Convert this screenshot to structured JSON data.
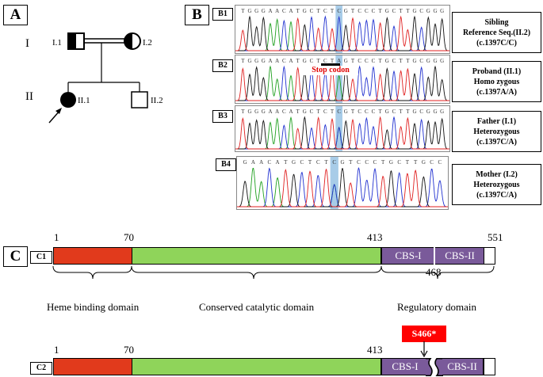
{
  "panels": {
    "a": "A",
    "b": "B",
    "c": "C"
  },
  "pedigree": {
    "generations": [
      "I",
      "II"
    ],
    "individuals": [
      "I.1",
      "I.2",
      "II.1",
      "II.2"
    ]
  },
  "sequencing": {
    "tracks": [
      {
        "label": "B1",
        "sequence": "TGGGAACATGCTCTCGTCCCTGCTTGCGGG",
        "info": [
          "Sibling",
          "Reference Seq.(II.2)",
          "(c.1397C/C)"
        ]
      },
      {
        "label": "B2",
        "sequence": "TGGGAACATGCTCTAGTCCCTGCTTGCGGG",
        "info": [
          "Proband  (II.1)",
          "Homo zygous",
          "(c.1397A/A)"
        ],
        "annotation": "Stop codon"
      },
      {
        "label": "B3",
        "sequence": "TGGGAACATGCTCTCGTCCCTGCTTGCGGG",
        "info": [
          "Father  (I.1)",
          "Heterozygous",
          "(c.1397C/A)"
        ]
      },
      {
        "label": "B4",
        "sequence": "GAACATGCTCTCGTCCCTGCTTGCC",
        "info": [
          "Mother  (I.2)",
          "Heterozygous",
          "(c.1397C/A)"
        ]
      }
    ]
  },
  "protein": {
    "rows": [
      {
        "label": "C1",
        "positions": [
          "1",
          "70",
          "413",
          "551"
        ],
        "cbs": [
          "CBS-I",
          "CBS-II"
        ],
        "position_below": "468"
      },
      {
        "label": "C2",
        "positions": [
          "1",
          "70",
          "413"
        ],
        "cbs": [
          "CBS-I",
          "CBS-II"
        ],
        "mutation": "S466*"
      }
    ],
    "domains": [
      "Heme binding domain",
      "Conserved catalytic domain",
      "Regulatory domain"
    ],
    "colors": {
      "heme": "#e13a1c",
      "catalytic": "#8fd45a",
      "cbs": "#7a5a9a",
      "mutation": "#ff0000",
      "highlight": "#a8cce8"
    }
  }
}
